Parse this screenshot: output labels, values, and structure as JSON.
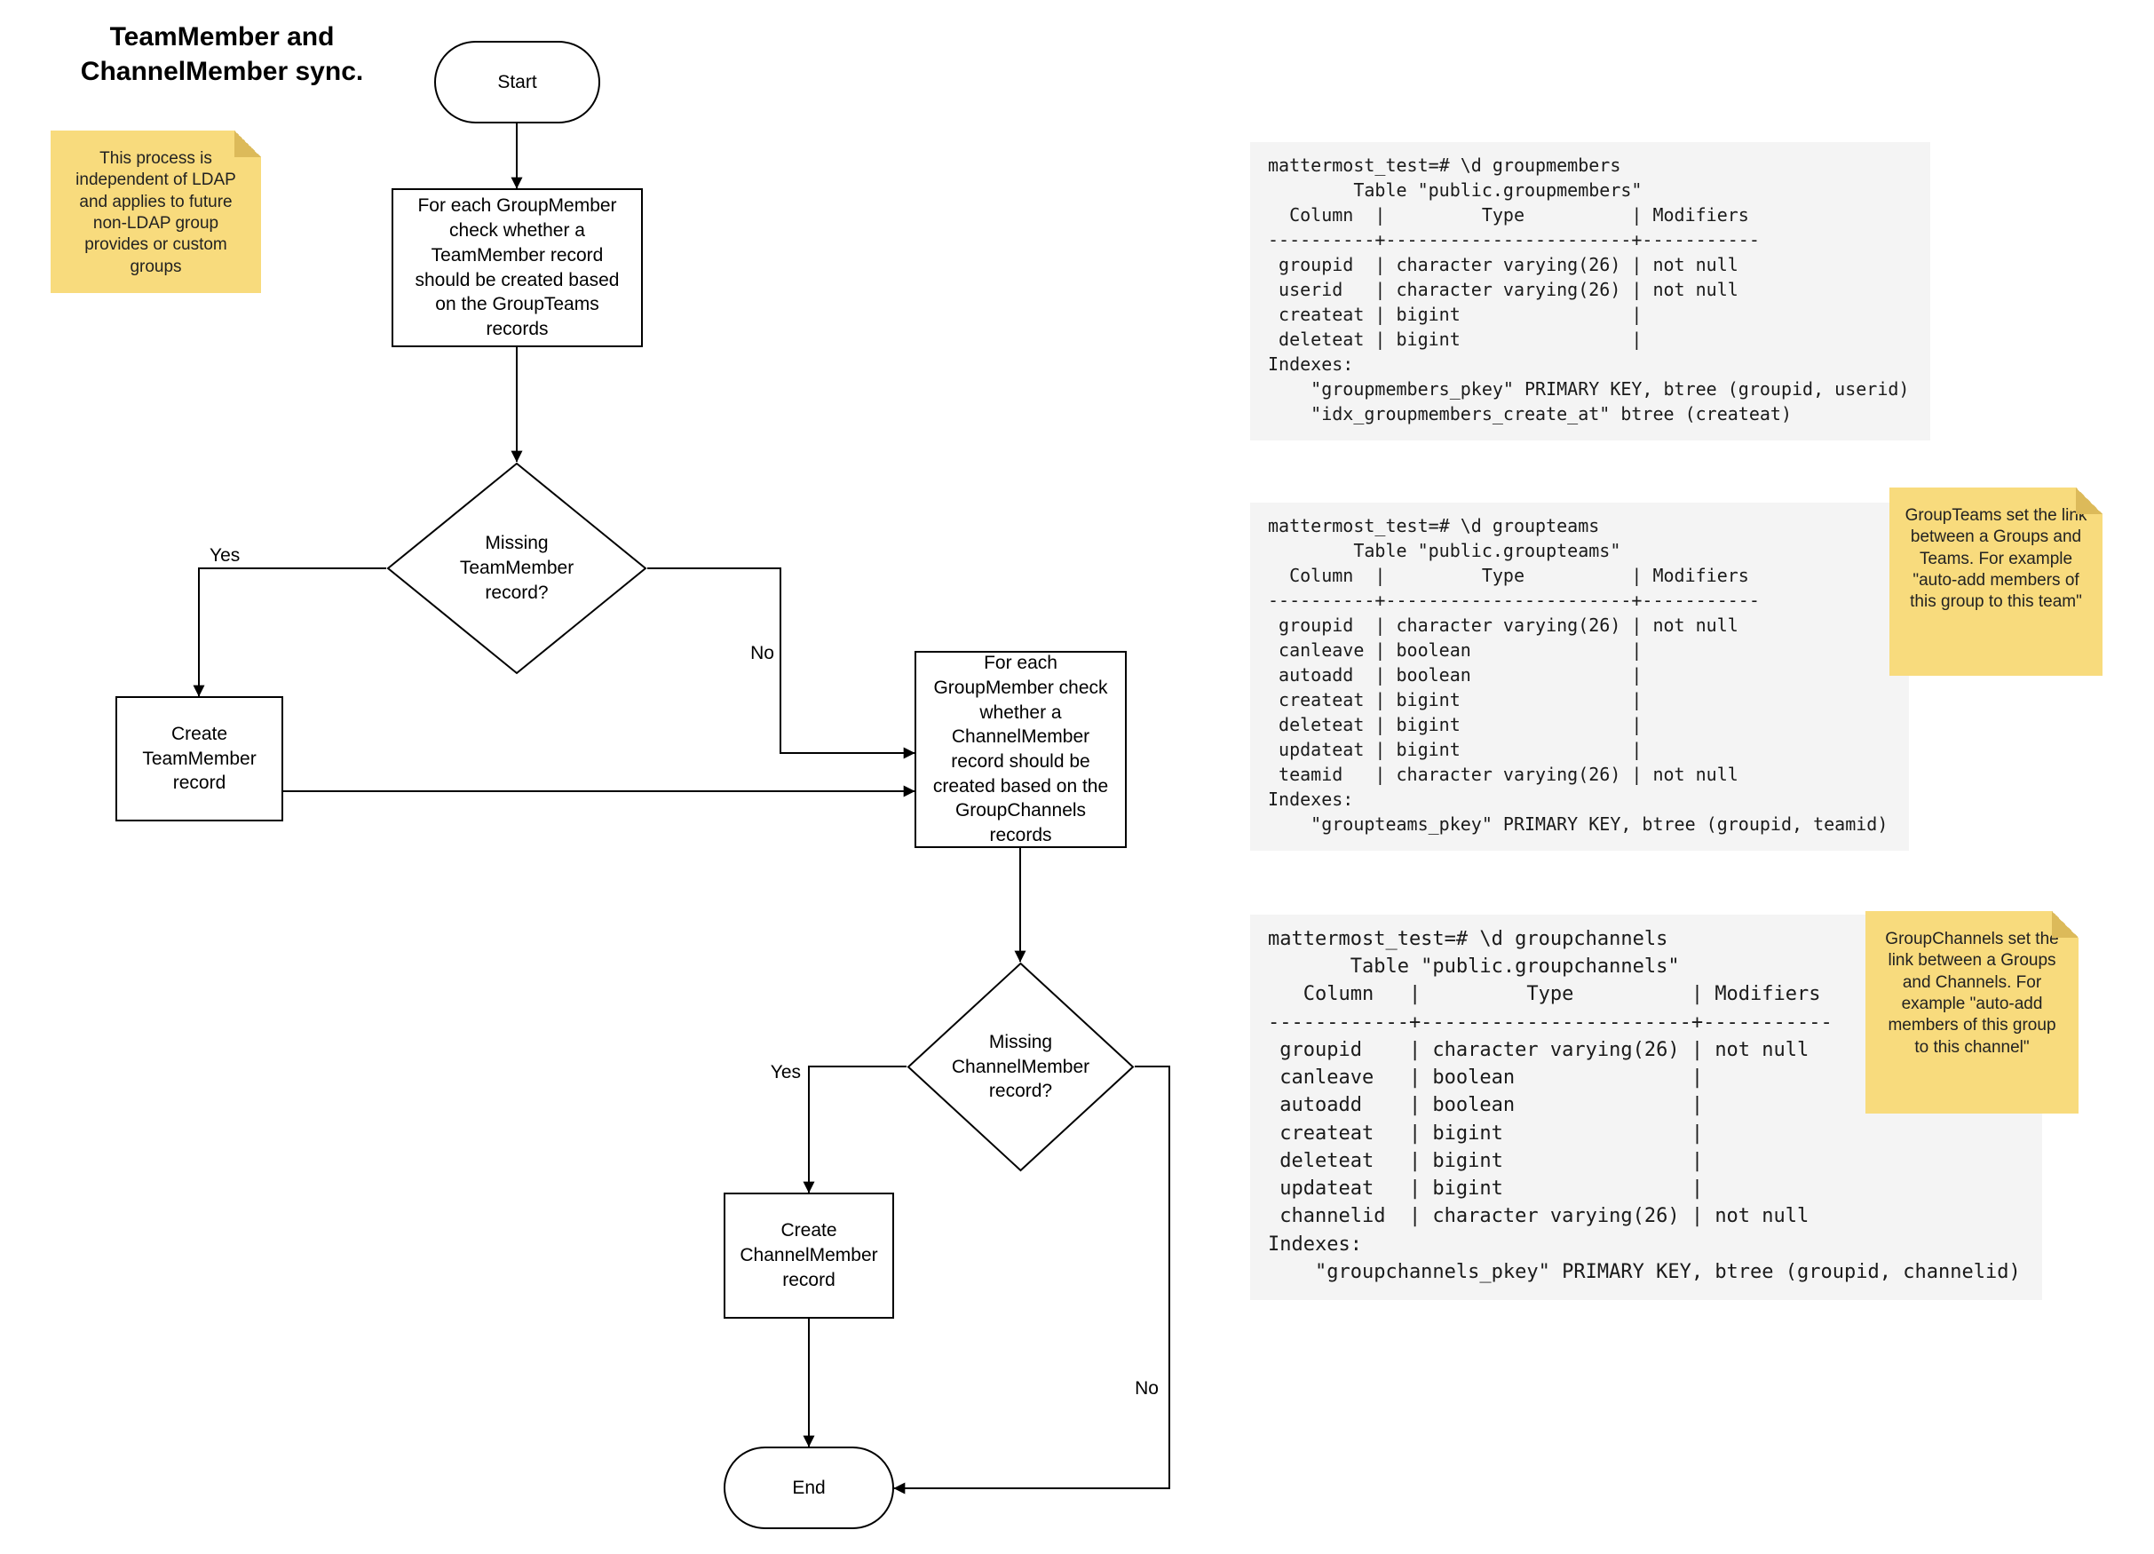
{
  "title": "TeamMember and ChannelMember sync.",
  "flowchart": {
    "nodes": {
      "start": "Start",
      "process_teammember": "For each GroupMember check whether a TeamMember record should be created based on the GroupTeams records",
      "decision_teammember": "Missing TeamMember record?",
      "create_teammember": "Create TeamMember record",
      "process_channelmember": "For each GroupMember check whether a ChannelMember record should be created based on the GroupChannels records",
      "decision_channelmember": "Missing ChannelMember record?",
      "create_channelmember": "Create ChannelMember record",
      "end": "End"
    },
    "edge_labels": {
      "teammember_yes": "Yes",
      "teammember_no": "No",
      "channelmember_yes": "Yes",
      "channelmember_no": "No"
    }
  },
  "sticky_notes": {
    "ldap": "This process is independent of LDAP and applies to future non-LDAP group provides or custom groups",
    "groupteams": "GroupTeams set the link between a Groups and Teams. For example \"auto-add members of this group to this team\"",
    "groupchannels": "GroupChannels set the link between a Groups and Channels. For example \"auto-add members of this group to this channel\""
  },
  "terminals": {
    "groupmembers": {
      "lines": [
        "mattermost_test=# \\d groupmembers",
        "        Table \"public.groupmembers\"",
        "  Column  |         Type          | Modifiers",
        "----------+-----------------------+-----------",
        " groupid  | character varying(26) | not null",
        " userid   | character varying(26) | not null",
        " createat | bigint                |",
        " deleteat | bigint                |",
        "Indexes:",
        "    \"groupmembers_pkey\" PRIMARY KEY, btree (groupid, userid)",
        "    \"idx_groupmembers_create_at\" btree (createat)"
      ]
    },
    "groupteams": {
      "lines": [
        "mattermost_test=# \\d groupteams",
        "        Table \"public.groupteams\"",
        "  Column  |         Type          | Modifiers",
        "----------+-----------------------+-----------",
        " groupid  | character varying(26) | not null",
        " canleave | boolean               |",
        " autoadd  | boolean               |",
        " createat | bigint                |",
        " deleteat | bigint                |",
        " updateat | bigint                |",
        " teamid   | character varying(26) | not null",
        "Indexes:",
        "    \"groupteams_pkey\" PRIMARY KEY, btree (groupid, teamid)"
      ]
    },
    "groupchannels": {
      "lines": [
        "mattermost_test=# \\d groupchannels",
        "       Table \"public.groupchannels\"",
        "   Column   |         Type          | Modifiers",
        "------------+-----------------------+-----------",
        " groupid    | character varying(26) | not null",
        " canleave   | boolean               |",
        " autoadd    | boolean               |",
        " createat   | bigint                |",
        " deleteat   | bigint                |",
        " updateat   | bigint                |",
        " channelid  | character varying(26) | not null",
        "Indexes:",
        "    \"groupchannels_pkey\" PRIMARY KEY, btree (groupid, channelid)"
      ]
    }
  },
  "colors": {
    "sticky_fill": "#F8DB7D",
    "sticky_fold": "#DCBA5A",
    "terminal_bg": "#F4F4F4",
    "line": "#000000"
  }
}
